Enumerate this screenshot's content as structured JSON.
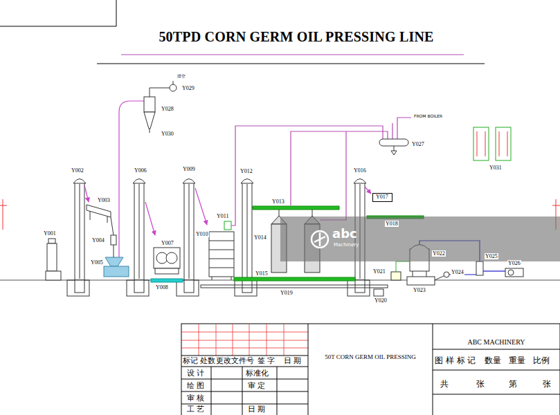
{
  "diagram": {
    "title": "50TPD CORN GERM OIL PRESSING LINE",
    "nodes": [
      {
        "text": [
          "Y017"
        ]
      }
    ],
    "labels": [
      "排空",
      "Y029",
      "Y028",
      "Y030",
      "FROM BOILER",
      "Y027",
      "Y031",
      "Y002",
      "Y006",
      "Y009",
      "Y012",
      "Y016",
      "Y003",
      "Y013",
      "Y011",
      "Y018",
      "Y001",
      "Y010",
      "Y014",
      "Y007",
      "Y004",
      "Y005",
      "Y022",
      "Y025",
      "Y026",
      "Y021",
      "Y024",
      "Y015",
      "Y008",
      "Y023",
      "Y019",
      "Y020",
      "abc",
      "Machinery",
      "ABC MACHINERY",
      "50T CORN GERM OIL PRESSING",
      "标记",
      "处数",
      "更改文件号",
      "签 字",
      "日 期",
      "图 样 标 记",
      "数量",
      "重量",
      "比例",
      "设 计",
      "标准化",
      "绘 图",
      "审 定",
      "共",
      "张",
      "第",
      "张",
      "审 核",
      "工 艺",
      "日 期"
    ]
  }
}
